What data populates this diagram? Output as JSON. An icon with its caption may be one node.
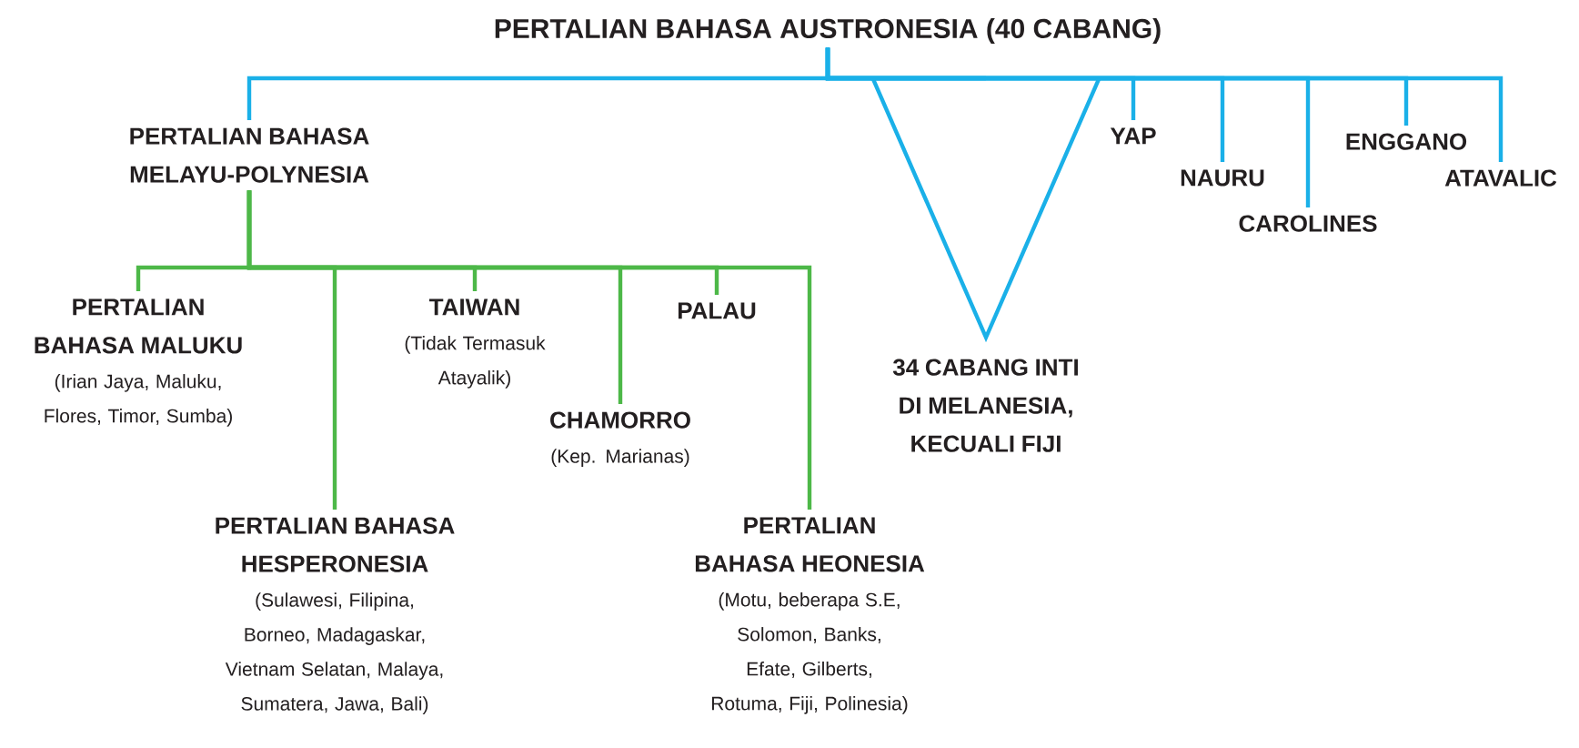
{
  "diagram": {
    "nodes": [
      {
        "text": [
          "PERTALIAN BAHASA AUSTRONESIA (40 CABANG)"
        ]
      },
      {
        "text": [
          "PERTALIAN BAHASA MELAYU-POLYNESIA"
        ]
      },
      {
        "text": [],
        "shape": "triangle",
        "beside": [
          "34 CABANG INTI DI MELANESIA, KECUALI FIJI"
        ]
      },
      {
        "text": [
          "YAP"
        ]
      },
      {
        "text": [
          "NAURU"
        ]
      },
      {
        "text": [
          "CAROLINES"
        ]
      },
      {
        "text": [
          "ENGGANO"
        ]
      },
      {
        "text": [
          "ATAVALIC"
        ]
      },
      {
        "text": [
          "PERTALIAN BAHASA MALUKU",
          "(Irian Jaya, Maluku, Flores, Timor, Sumba)"
        ]
      },
      {
        "text": [
          "PERTALIAN BAHASA HESPERONESIA",
          "(Sulawesi, Filipina, Borneo, Madagaskar, Vietnam Selatan, Malaya, Sumatera, Jawa, Bali)"
        ]
      },
      {
        "text": [
          "TAIWAN",
          "(Tidak Termasuk Atayalik)"
        ]
      },
      {
        "text": [
          "CHAMORRO",
          "(Kep. Marianas)"
        ]
      },
      {
        "text": [
          "PALAU"
        ]
      },
      {
        "text": [
          "PERTALIAN BAHASA HEONESIA",
          "(Motu, beberapa S.E, Solomon, Banks, Efate, Gilberts, Rotuma, Fiji, Polinesia)"
        ]
      }
    ],
    "edges": [
      {
        "from": 0,
        "to": 1,
        "arrow": "none"
      },
      {
        "from": 0,
        "to": 2,
        "arrow": "none"
      },
      {
        "from": 0,
        "to": 3,
        "arrow": "none"
      },
      {
        "from": 0,
        "to": 4,
        "arrow": "none"
      },
      {
        "from": 0,
        "to": 5,
        "arrow": "none"
      },
      {
        "from": 0,
        "to": 6,
        "arrow": "none"
      },
      {
        "from": 0,
        "to": 7,
        "arrow": "none"
      },
      {
        "from": 1,
        "to": 8,
        "arrow": "none",
        "color": "#4db848"
      },
      {
        "from": 1,
        "to": 9,
        "arrow": "none",
        "color": "#4db848"
      },
      {
        "from": 1,
        "to": 10,
        "arrow": "none",
        "color": "#4db848"
      },
      {
        "from": 1,
        "to": 11,
        "arrow": "none",
        "color": "#4db848"
      },
      {
        "from": 1,
        "to": 12,
        "arrow": "none",
        "color": "#4db848"
      },
      {
        "from": 1,
        "to": 13,
        "arrow": "none",
        "color": "#4db848"
      }
    ]
  }
}
